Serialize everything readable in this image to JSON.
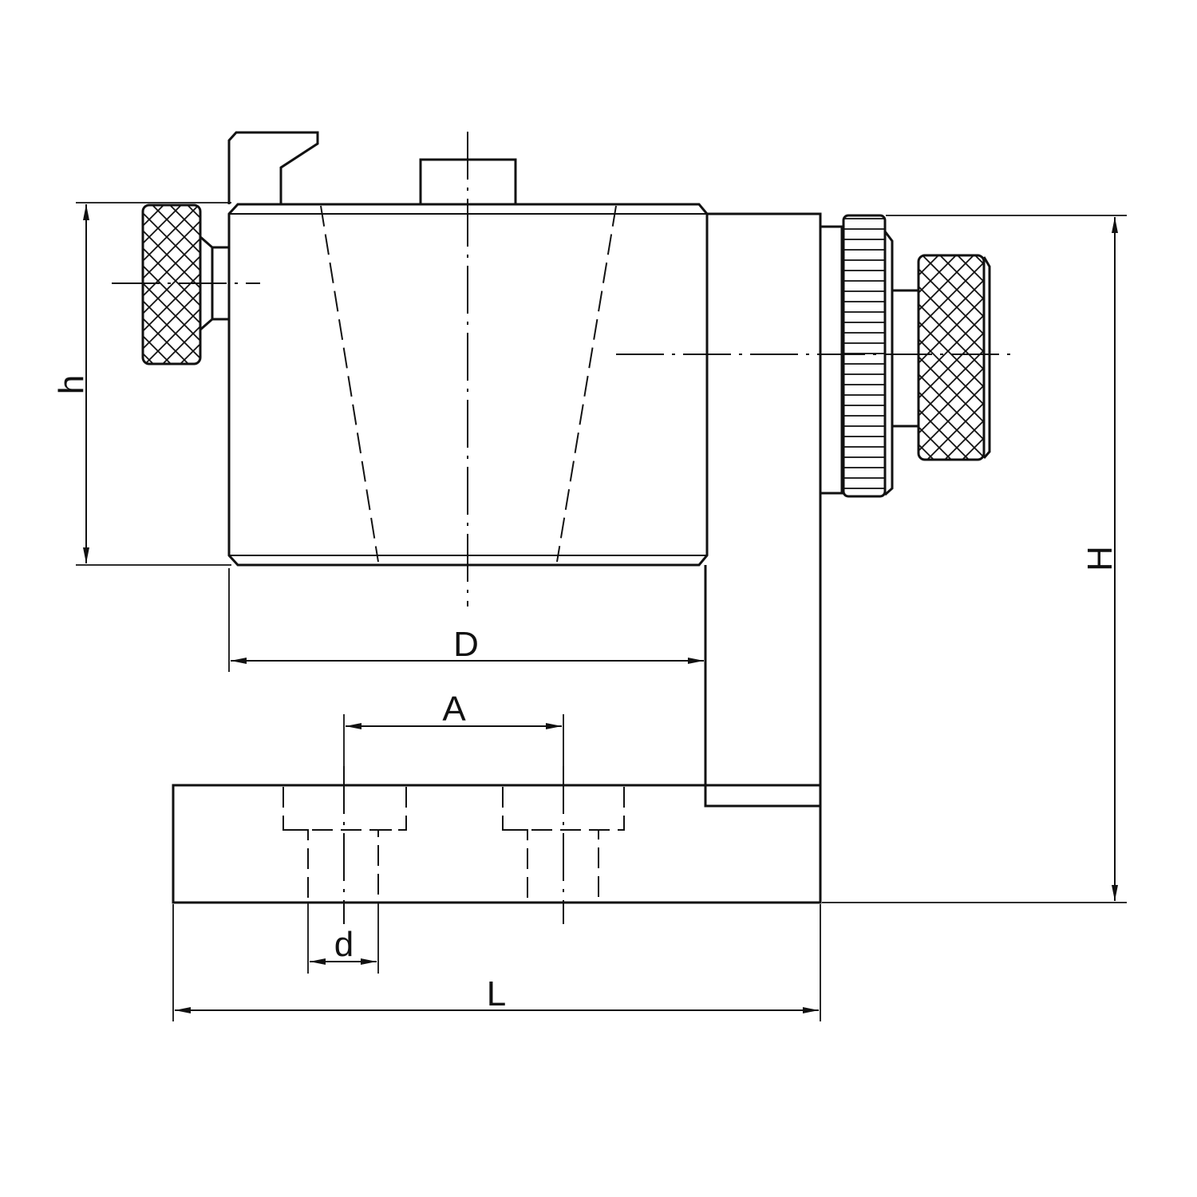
{
  "labels": {
    "h": "h",
    "H": "H",
    "D": "D",
    "A": "A",
    "d": "d",
    "L": "L"
  },
  "colors": {
    "line": "#111111",
    "background": "#ffffff"
  }
}
